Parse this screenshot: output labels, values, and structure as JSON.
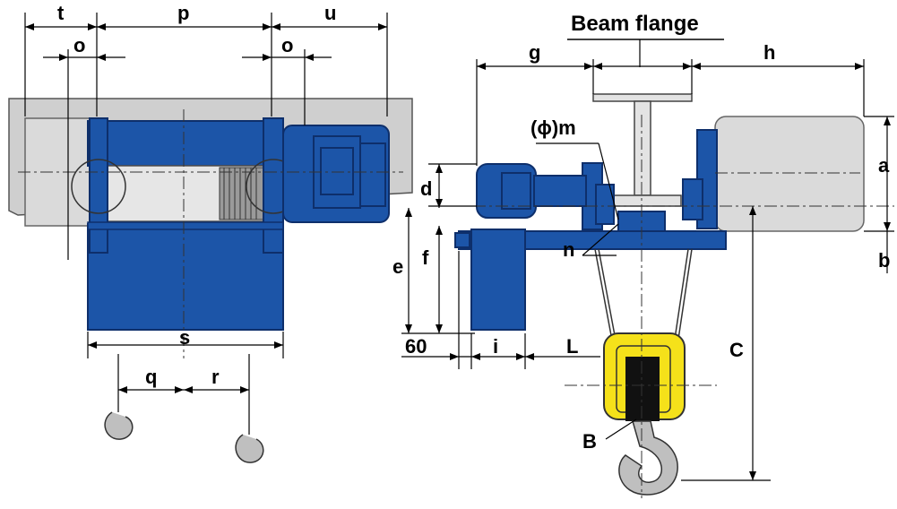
{
  "title": "Beam flange",
  "labels": {
    "t": "t",
    "p": "p",
    "u": "u",
    "o_left": "o",
    "o_right": "o",
    "s": "s",
    "q": "q",
    "r": "r",
    "g": "g",
    "h": "h",
    "m": "(ϕ)m",
    "a": "a",
    "b": "b",
    "d": "d",
    "e": "e",
    "f": "f",
    "n": "n",
    "sixty": "60",
    "i": "i",
    "L": "L",
    "C": "C",
    "B": "B"
  },
  "colors": {
    "blue": "#1c55a8",
    "blue_dark": "#0e2f6b",
    "grey": "#d9d9d9",
    "grey_dark": "#8a8a8a",
    "yellow": "#f5e11a",
    "beam": "#cfcfcf"
  }
}
